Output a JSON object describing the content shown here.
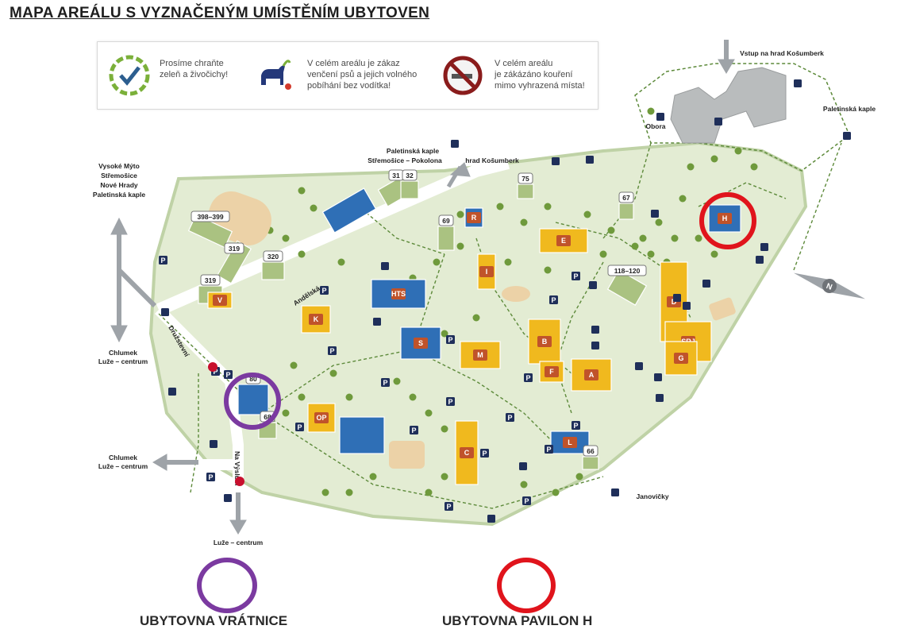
{
  "title": "MAPA AREÁLU S VYZNAČENÝM UMÍSTĚNÍM UBYTOVEN",
  "notices": [
    {
      "icon": "protect-nature-icon",
      "lines": [
        "Prosíme chraňte",
        "zeleň a živočichy!"
      ]
    },
    {
      "icon": "dog-leash-icon",
      "lines": [
        "V celém areálu je zákaz",
        "venčení psů a jejich volného",
        "pobíhání bez vodítka!"
      ]
    },
    {
      "icon": "no-smoking-icon",
      "lines": [
        "V celém areálu",
        "je zákázáno kouření",
        "mimo vyhrazená místa!"
      ]
    }
  ],
  "place_labels": {
    "vysoke_myto": [
      "Vysoké Mýto",
      "Střemošice",
      "Nové Hrady",
      "Paletinská kaple"
    ],
    "paletinska_top": [
      "Paletinská kaple",
      "Střemošice – Pokolona"
    ],
    "hrad_kosumberk": "hrad Košumberk",
    "vstup_hrad": "Vstup na hrad Košumberk",
    "paletinska_kaple": "Paletinská kaple",
    "obora": "Obora",
    "chlumek_1": [
      "Chlumek",
      "Luže – centrum"
    ],
    "chlumek_2": [
      "Chlumek",
      "Luže – centrum"
    ],
    "luze_centrum": "Luže – centrum",
    "janovicky": "Janovičky",
    "andelska": "Andělská",
    "druzstevni": "Družstevní",
    "na_vysluni": "Na Výsluní"
  },
  "building_numbers": [
    "398–399",
    "319",
    "320",
    "319",
    "31",
    "32",
    "75",
    "69",
    "67",
    "118–120",
    "80",
    "68",
    "66"
  ],
  "building_letters": [
    "V",
    "K",
    "HTS",
    "R",
    "I",
    "E",
    "S",
    "M",
    "B",
    "F",
    "A",
    "D",
    "SRJ",
    "G",
    "H",
    "OP",
    "C",
    "L"
  ],
  "legend": [
    {
      "label": "UBYTOVNA VRÁTNICE",
      "color": "#7b3aa0"
    },
    {
      "label": "UBYTOVNA PAVILON H",
      "color": "#e0141c"
    }
  ],
  "colors": {
    "lawn": "#e3ecd3",
    "park_border": "#bfd2a6",
    "blue_building": "#2f6fb6",
    "yellow_building": "#f0b91e",
    "green_building": "#aac281",
    "road": "#ffffff",
    "path": "#5d8a3a"
  }
}
